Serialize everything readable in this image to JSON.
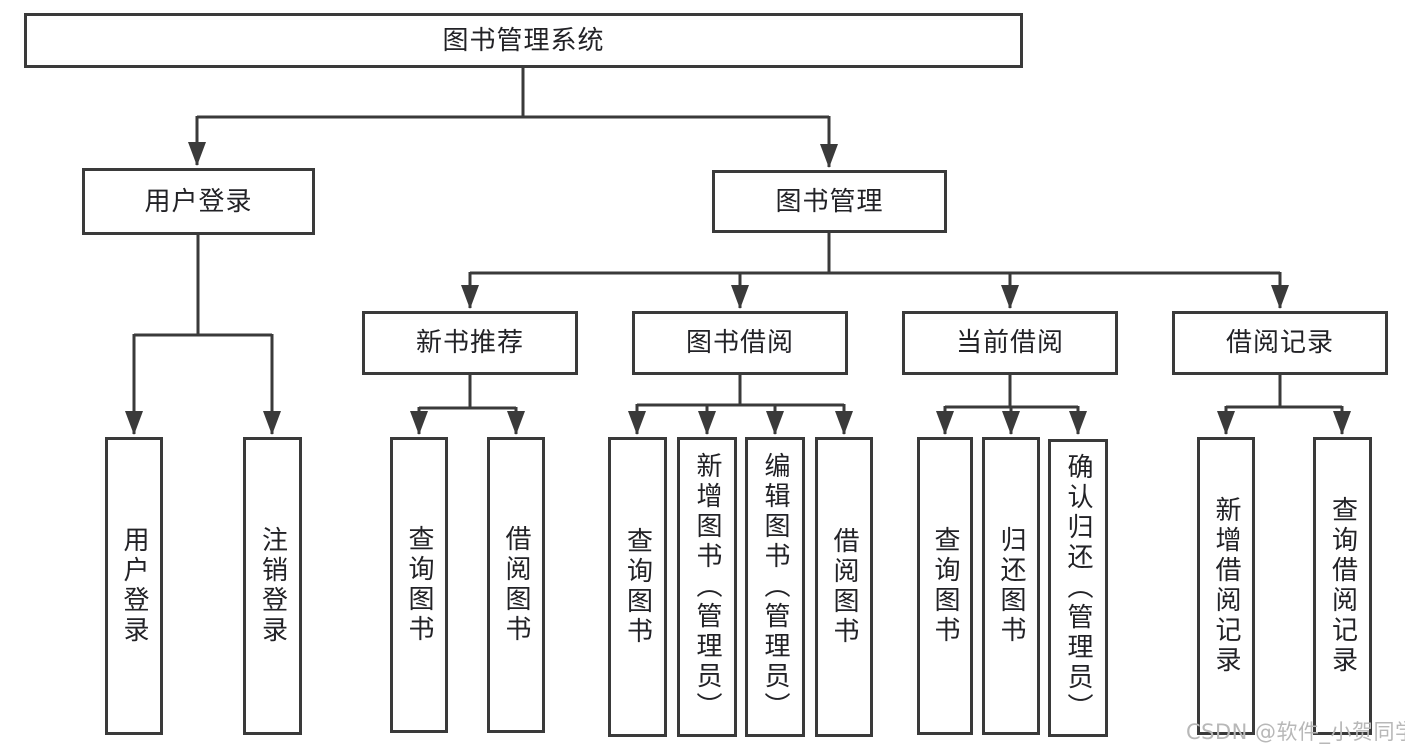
{
  "diagram_title": "图书管理系统",
  "watermark": "CSDN @软件_小贺同学",
  "colors": {
    "line": "#3a3a3a",
    "box_border": "#3a3a3a",
    "text": "#222226",
    "watermark": "#b8b8b8",
    "background": "#ffffff"
  },
  "tree": {
    "label": "图书管理系统",
    "children": [
      {
        "label": "用户登录",
        "children": [
          {
            "label": "用户登录"
          },
          {
            "label": "注销登录"
          }
        ]
      },
      {
        "label": "图书管理",
        "children": [
          {
            "label": "新书推荐",
            "children": [
              {
                "label": "查询图书"
              },
              {
                "label": "借阅图书"
              }
            ]
          },
          {
            "label": "图书借阅",
            "children": [
              {
                "label": "查询图书"
              },
              {
                "label": "新增图书（管理员）"
              },
              {
                "label": "编辑图书（管理员）"
              },
              {
                "label": "借阅图书"
              }
            ]
          },
          {
            "label": "当前借阅",
            "children": [
              {
                "label": "查询图书"
              },
              {
                "label": "归还图书"
              },
              {
                "label": "确认归还（管理员）"
              }
            ]
          },
          {
            "label": "借阅记录",
            "children": [
              {
                "label": "新增借阅记录"
              },
              {
                "label": "查询借阅记录"
              }
            ]
          }
        ]
      }
    ]
  }
}
